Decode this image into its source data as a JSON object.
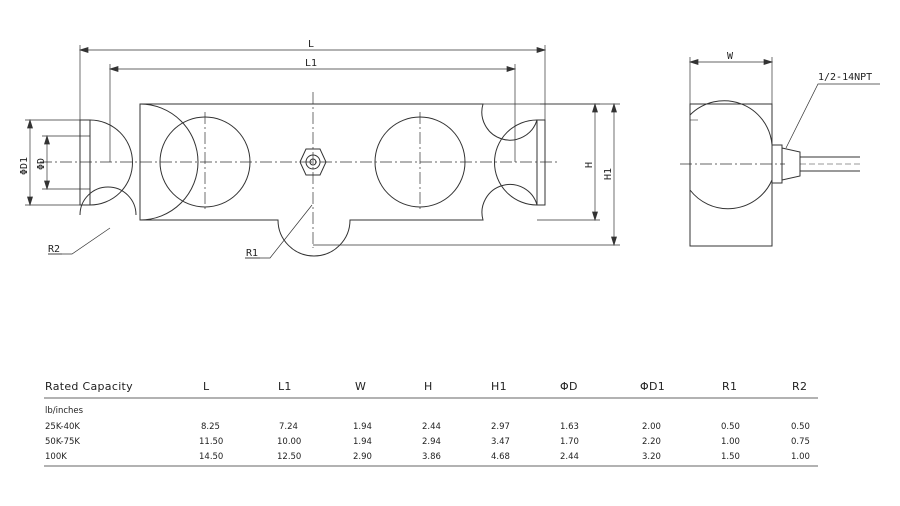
{
  "drawing": {
    "front_labels": {
      "L": "L",
      "L1": "L1",
      "phiD1": "ΦD1",
      "phiD": "ΦD",
      "H": "H",
      "H1": "H1",
      "R1": "R1",
      "R2": "R2"
    },
    "side_labels": {
      "W": "W",
      "thread": "1/2-14NPT"
    }
  },
  "table": {
    "headers": [
      "Rated Capacity",
      "L",
      "L1",
      "W",
      "H",
      "H1",
      "ΦD",
      "ΦD1",
      "R1",
      "R2"
    ],
    "unit": "lb/inches",
    "rows": [
      [
        "25K-40K",
        "8.25",
        "7.24",
        "1.94",
        "2.44",
        "2.97",
        "1.63",
        "2.00",
        "0.50",
        "0.50"
      ],
      [
        "50K-75K",
        "11.50",
        "10.00",
        "1.94",
        "2.94",
        "3.47",
        "1.70",
        "2.20",
        "1.00",
        "0.75"
      ],
      [
        "100K",
        "14.50",
        "12.50",
        "2.90",
        "3.86",
        "4.68",
        "2.44",
        "3.20",
        "1.50",
        "1.00"
      ]
    ]
  }
}
